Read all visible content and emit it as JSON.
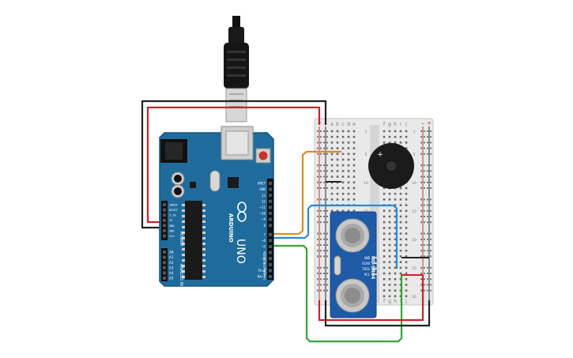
{
  "arduino": {
    "brand": "ARDUINO",
    "model": "UNO",
    "header_top": [
      "AREF",
      "GND",
      "13",
      "12",
      "~11",
      "~10",
      "~9",
      "8",
      "7",
      "~6",
      "~5",
      "4",
      "~3",
      "2",
      "TX→1",
      "RX←0"
    ],
    "digital_label": "DIGITAL (PWM ~)",
    "power_pins": [
      "IOREF",
      "RESET",
      "3.3V",
      "5V",
      "GND",
      "GND",
      "Vin"
    ],
    "power_label": "POWER",
    "analog_pins": [
      "A0",
      "A1",
      "A2",
      "A3",
      "A4",
      "A5"
    ],
    "analog_label": "ANALOG IN"
  },
  "breadboard": {
    "left_cols": [
      "a",
      "b",
      "c",
      "d",
      "e"
    ],
    "right_cols": [
      "f",
      "g",
      "h",
      "i",
      "j"
    ],
    "row_numbers": [
      "1",
      "5",
      "10",
      "15",
      "20",
      "25",
      "30"
    ]
  },
  "buzzer": {
    "polarity": "+"
  },
  "sensor": {
    "model": "HC-SR04",
    "pins": [
      "GND",
      "ECHO",
      "TRIG",
      "VCC"
    ]
  },
  "colors": {
    "board_blue": "#1f6c9c",
    "wire_red": "#d0202a",
    "wire_black": "#222222",
    "wire_orange": "#e48a1e",
    "wire_blue": "#2a8ad6",
    "wire_green": "#35a33a"
  }
}
